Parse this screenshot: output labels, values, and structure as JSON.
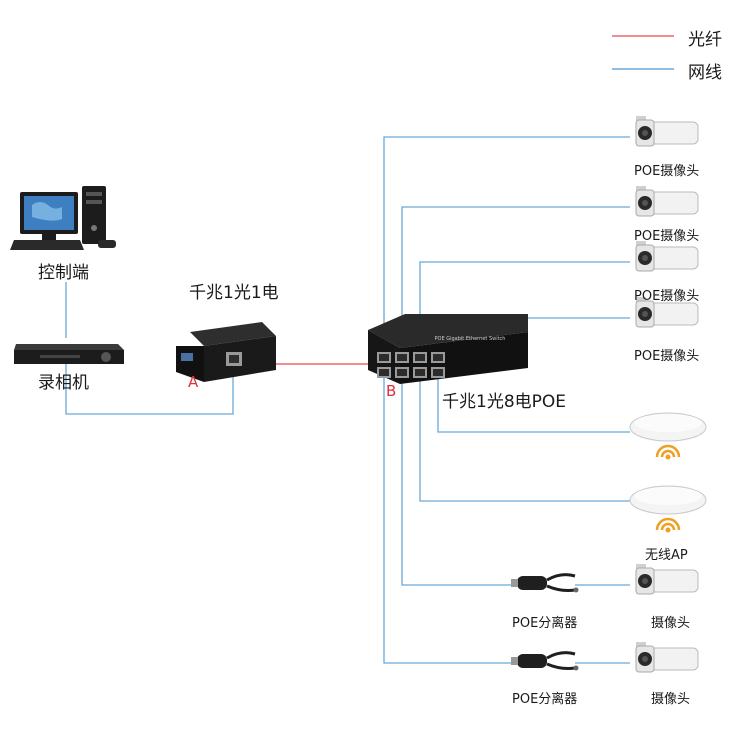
{
  "legend": {
    "fiber_label": "光纤",
    "network_label": "网线",
    "fiber_color": "#e8686f",
    "network_color": "#6aa9d8"
  },
  "devices": {
    "pc_label": "控制端",
    "nvr_label": "录相机",
    "converter_label": "千兆1光1电",
    "converter_port": "A",
    "switch_label": "千兆1光8电POE",
    "switch_port": "B",
    "switch_front_text": "POE Gigabit Ethernet Switch"
  },
  "cameras": [
    {
      "label": "POE摄像头"
    },
    {
      "label": "POE摄像头"
    },
    {
      "label": "POE摄像头"
    },
    {
      "label": "POE摄像头"
    }
  ],
  "ap_label": "无线AP",
  "splitters": [
    {
      "splitter_label": "POE分离器",
      "camera_label": "摄像头"
    },
    {
      "splitter_label": "POE分离器",
      "camera_label": "摄像头"
    }
  ],
  "colors": {
    "device_dark": "#1c1c1c",
    "port_gray": "#9a9a9a",
    "ap_signal": "#f0a020",
    "camera_body": "#f2f2f2"
  }
}
